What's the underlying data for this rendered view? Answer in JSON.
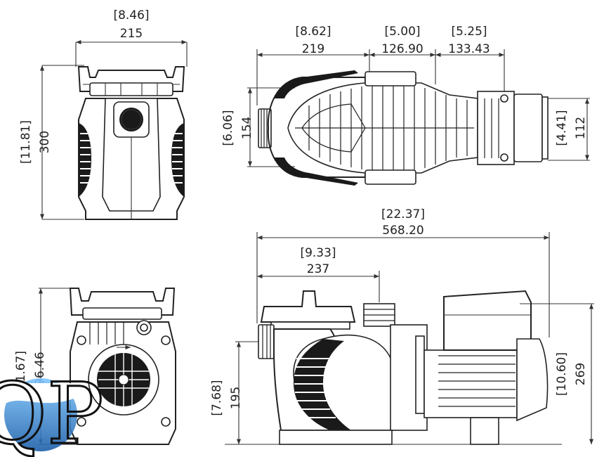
{
  "dimensions": {
    "side_width_in": "[8.46]",
    "side_width_mm": "215",
    "side_height_in": "[11.81]",
    "side_height_mm": "300",
    "top_a_in": "[8.62]",
    "top_a_mm": "219",
    "top_b_in": "[5.00]",
    "top_b_mm": "126.90",
    "top_c_in": "[5.25]",
    "top_c_mm": "133.43",
    "top_height_in": "[6.06]",
    "top_height_mm": "154",
    "top_motor_in": "[4.41]",
    "top_motor_mm": "112",
    "total_length_in": "[22.37]",
    "total_length_mm": "568.20",
    "inlet_offset_in": "[9.33]",
    "inlet_offset_mm": "237",
    "inlet_height_in": "[7.68]",
    "inlet_height_mm": "195",
    "total_height_in": "[10.60]",
    "total_height_mm": "269",
    "rear_height_in": "[11.67]",
    "rear_height_mm": "296.46"
  },
  "logo": {
    "text": "QP",
    "water_color": "#3a8fd0"
  }
}
